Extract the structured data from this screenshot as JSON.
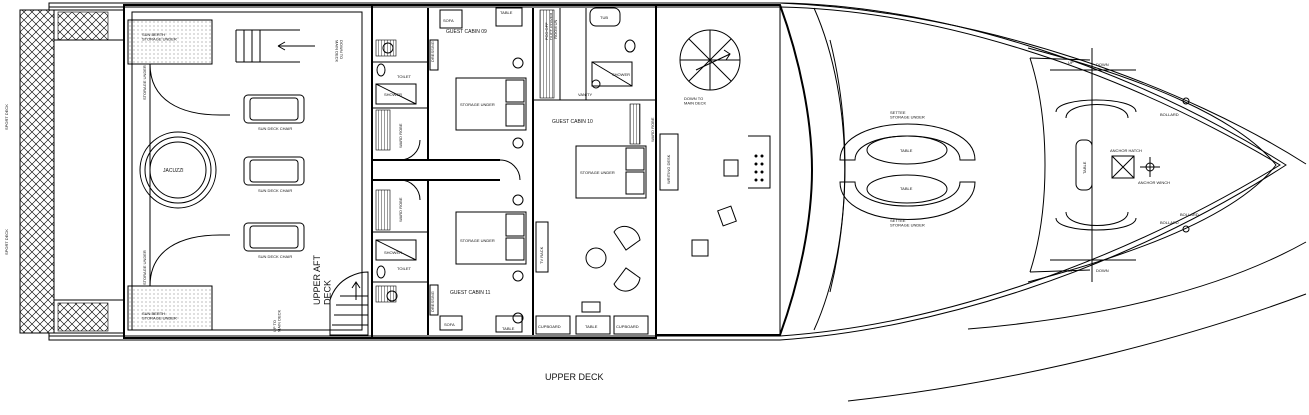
{
  "title": "UPPER DECK",
  "labels": {
    "sport_deck_top": "SPORT DECK",
    "sport_deck_bottom": "SPORT DECK",
    "sun_berth_top": "SUN BERTH\nSTORAGE UNDER",
    "sun_berth_bottom": "SUN BERTH\nSTORAGE UNDER",
    "storage_under_top": "STORAGE UNDER",
    "storage_under_bottom": "STORAGE UNDER",
    "jacuzzi": "JACUZZI",
    "sun_deck_chair_1": "SUN DECK CHAIR",
    "sun_deck_chair_2": "SUN DECK CHAIR",
    "sun_deck_chair_3": "SUN DECK CHAIR",
    "down_to_main_deck_aft": "DOWN TO\nMAIN DECK",
    "up_to_main_deck": "UP TO\nMAIN DECK",
    "upper_aft_deck": "UPPER AFT\nDECK",
    "guest_cabin_09": "GUEST CABIN 09",
    "guest_cabin_10": "GUEST CABIN 10",
    "guest_cabin_11": "GUEST CABIN 11",
    "storage_under_bed_09": "STORAGE UNDER",
    "storage_under_bed_10": "STORAGE UNDER",
    "storage_under_bed_11": "STORAGE UNDER",
    "toilet_top": "TOILET",
    "toilet_bottom": "TOILET",
    "shower_top": "SHOWER",
    "shower_bottom": "SHOWER",
    "shower_10": "SHOWER",
    "wardrobe_top": "WARD ROBE",
    "wardrobe_bottom": "WARD ROBE",
    "wardrobe_10": "WARD ROBE",
    "dressing_top": "DRESSING",
    "dressing_bottom": "DRESSING",
    "sofa_top": "SOFA",
    "sofa_bottom": "SOFA",
    "table_top": "TABLE",
    "table_bottom": "TABLE",
    "table_saloon": "TABLE",
    "tub": "TUB",
    "vanity": "VANITY",
    "tv_rack": "TV RACK",
    "cupboard_left": "CUPBOARD",
    "cupboard_right": "CUPBOARD",
    "writing_desk": "WRITING DESK",
    "down_to_main_deck_fwd": "DOWN TO\nMAIN DECK",
    "settee_top": "SETTEE\nSTORAGE UNDER",
    "settee_bottom": "SETTEE\nSTORAGE UNDER",
    "table_settee_top": "TABLE",
    "table_settee_bottom": "TABLE",
    "up_top": "UP",
    "down_top": "DOWN",
    "up_bottom": "UP",
    "down_bottom": "DOWN",
    "table_bow": "TABLE",
    "anchor_hatch": "ANCHOR HATCH",
    "anchor_winch": "ANCHOR WINCH",
    "bollard_top": "BOLLARD",
    "bollard_bottom": "BOLLARD",
    "bollard_small": "BOLLARD",
    "duct_text": "FCO  OFF\nDUCT  POWER\n     ROOM  UN"
  }
}
